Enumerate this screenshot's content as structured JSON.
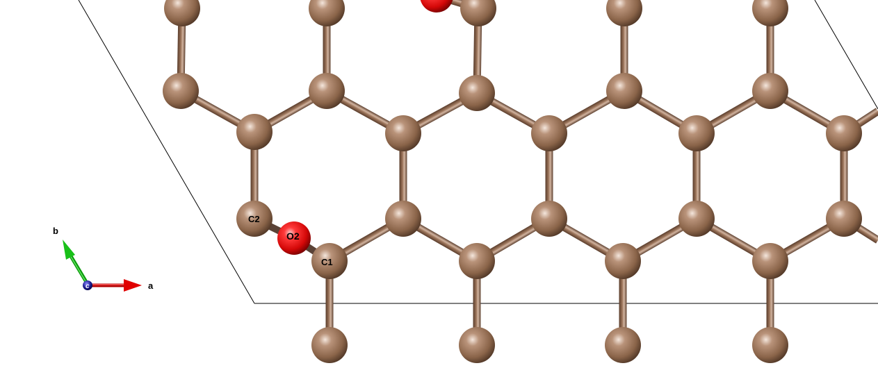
{
  "colors": {
    "background": "#ffffff",
    "carbon": "#8a6449",
    "oxygen": "#e00d0d",
    "cell_line": "#000000",
    "axis_a": "#e00000",
    "axis_b": "#18c018",
    "axis_c": "#1a1a8c"
  },
  "labels": {
    "c1": "C1",
    "c2": "C2",
    "o2": "O2"
  },
  "axes": {
    "a": "a",
    "b": "b",
    "c": "c"
  }
}
